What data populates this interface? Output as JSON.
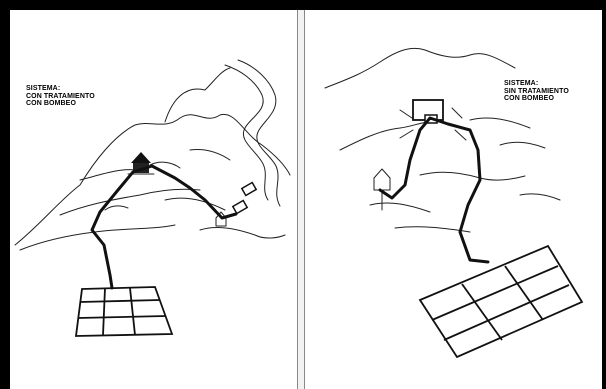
{
  "left_panel": {
    "caption": {
      "line1": "SISTEMA:",
      "line2": "CON TRATAMIENTO",
      "line3": "CON BOMBEO"
    }
  },
  "right_panel": {
    "caption": {
      "line1": "SISTEMA:",
      "line2": "SIN TRATAMIENTO",
      "line3": "CON BOMBEO"
    }
  }
}
